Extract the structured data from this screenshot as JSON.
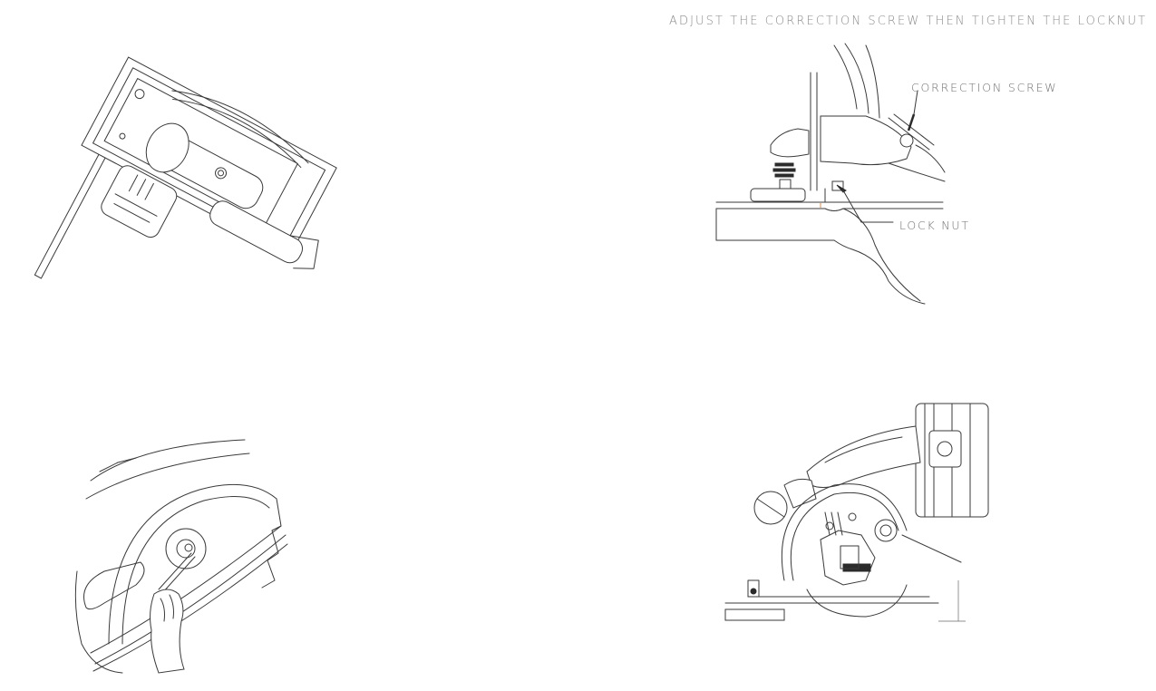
{
  "figures": {
    "adjust": {
      "caption": "ADJUST THE CORRECTION SCREW THEN TIGHTEN THE LOCKNUT",
      "labels": {
        "correction_screw": "CORRECTION SCREW",
        "lock_nut": "LOCK NUT"
      }
    }
  },
  "icons": [
    "saw-top-view-illustration",
    "correction-screw-closeup-illustration",
    "blade-removal-hand-illustration",
    "saw-side-view-illustration"
  ],
  "colors": {
    "line": "#3a3a3a",
    "caption": "#8a8a8a",
    "accent_mark": "#e08a3a"
  }
}
